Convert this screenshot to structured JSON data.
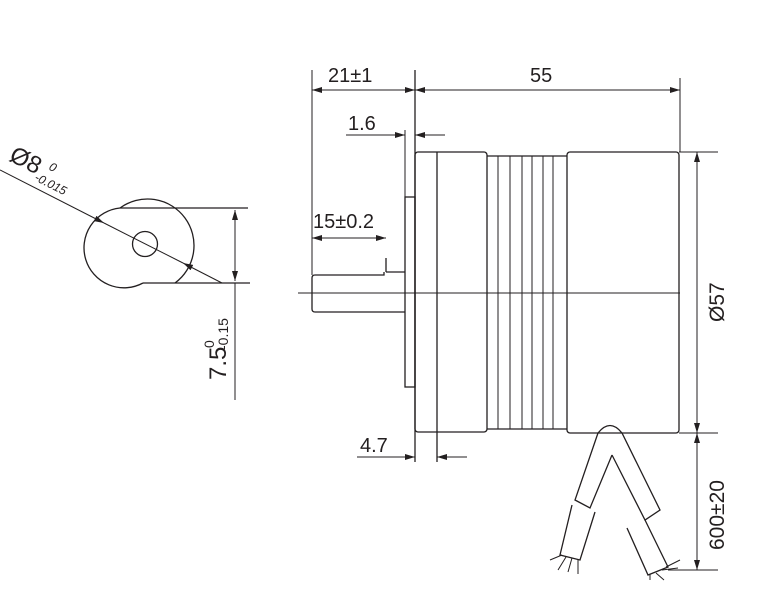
{
  "shaft_view": {
    "diameter_label": "Ø8",
    "diameter_tol_upper": "0",
    "diameter_tol_lower": "-0.015",
    "flat_label": "7.5",
    "flat_tol_upper": "0",
    "flat_tol_lower": "-0.15"
  },
  "side_view": {
    "shaft_length": "21±1",
    "body_length": "55",
    "flange_thickness": "1.6",
    "flat_length": "15±0.2",
    "front_cap_offset": "4.7",
    "body_diameter": "Ø57",
    "lead_length": "600±20"
  },
  "colors": {
    "line": "#231f20",
    "background": "#ffffff"
  }
}
